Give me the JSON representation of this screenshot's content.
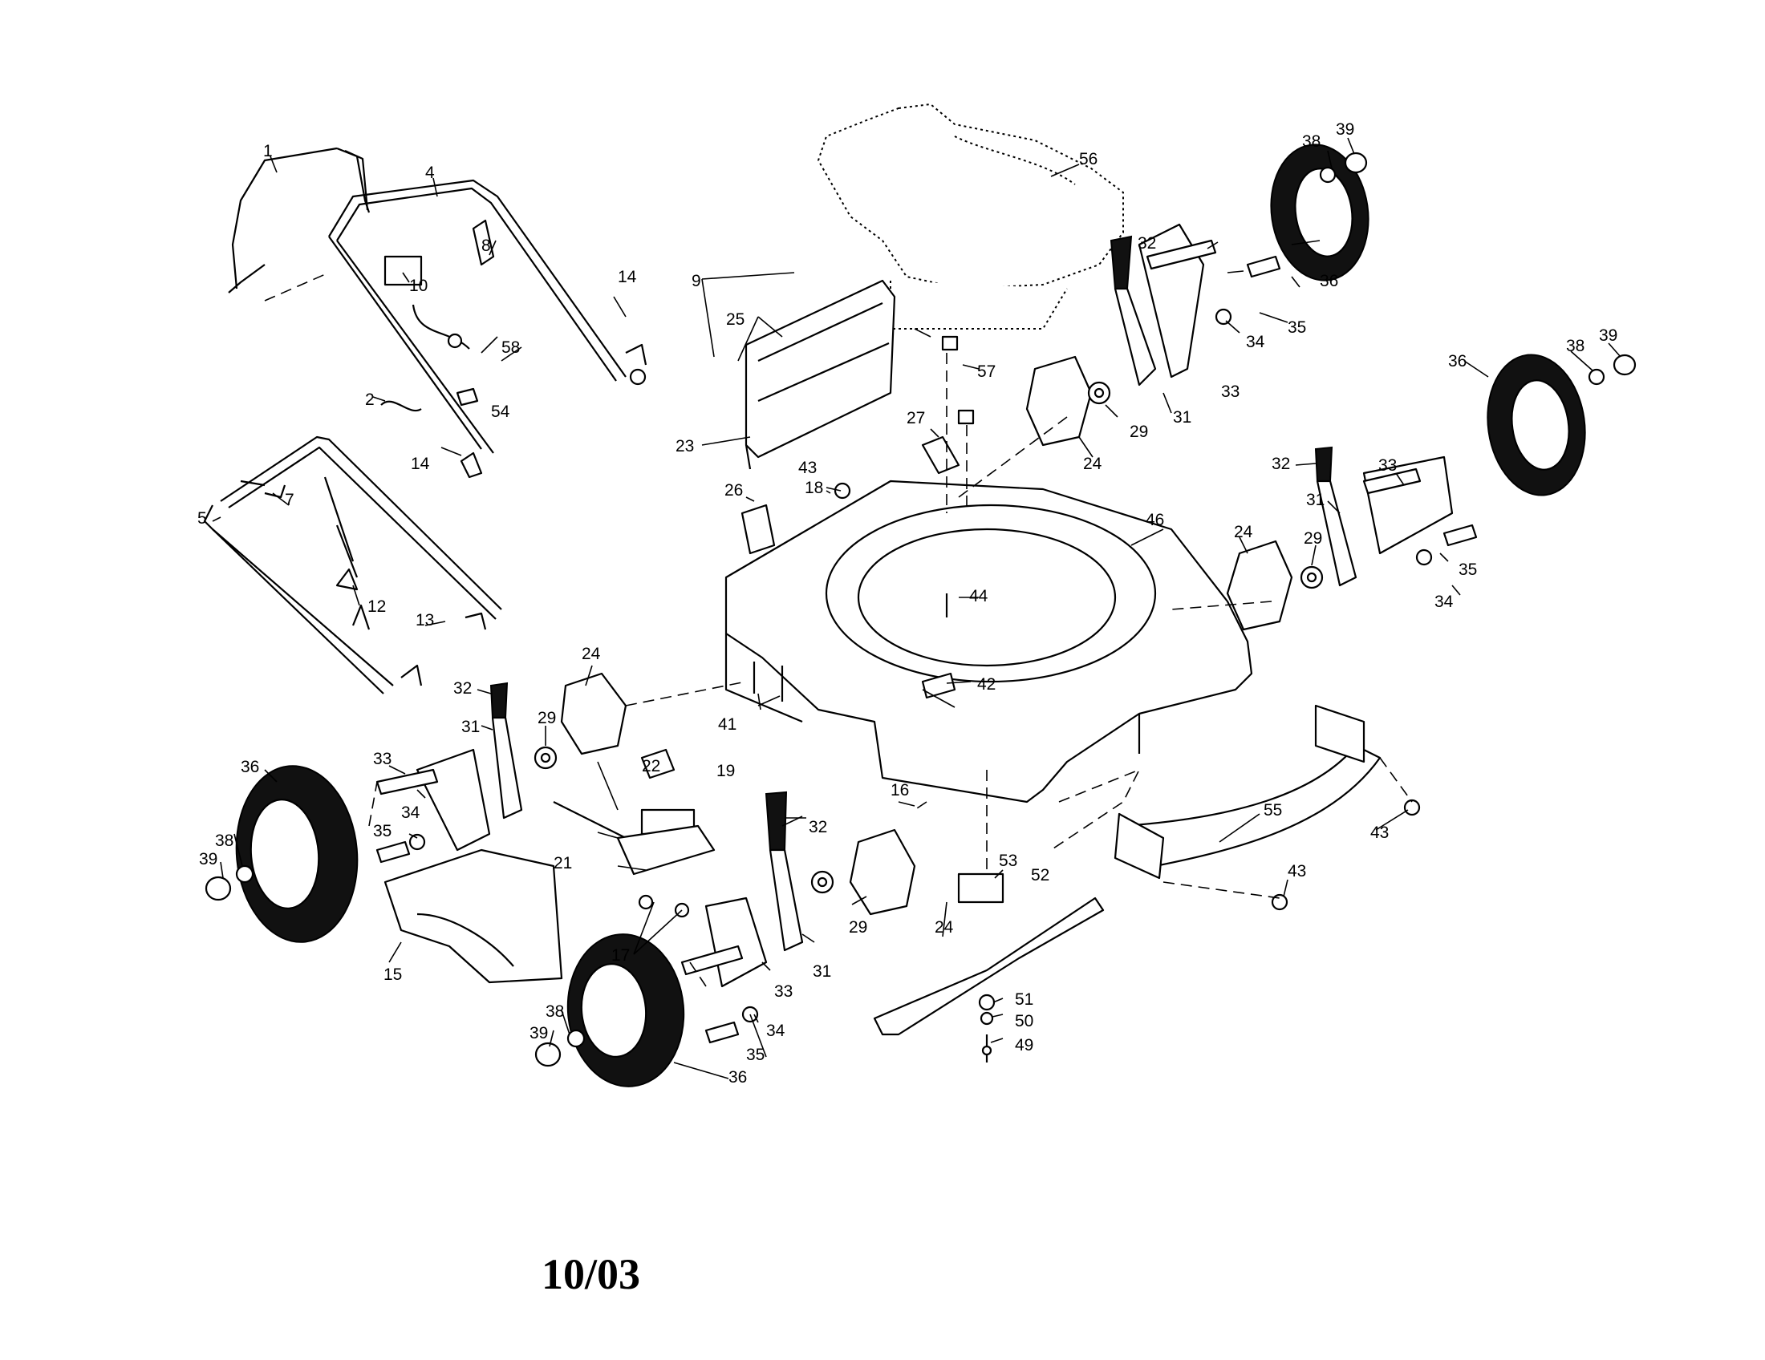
{
  "date_code": "10/03",
  "callouts": {
    "c1": "1",
    "c2": "2",
    "c4": "4",
    "c5": "5",
    "c7": "7",
    "c8": "8",
    "c9": "9",
    "c10": "10",
    "c12": "12",
    "c13": "13",
    "c14a": "14",
    "c14b": "14",
    "c15": "15",
    "c16": "16",
    "c17": "17",
    "c18": "18",
    "c19": "19",
    "c21": "21",
    "c22": "22",
    "c23": "23",
    "c24a": "24",
    "c24b": "24",
    "c24c": "24",
    "c24d": "24",
    "c25": "25",
    "c26": "26",
    "c27": "27",
    "c29a": "29",
    "c29b": "29",
    "c29c": "29",
    "c29d": "29",
    "c31a": "31",
    "c31b": "31",
    "c31c": "31",
    "c31d": "31",
    "c32a": "32",
    "c32b": "32",
    "c32c": "32",
    "c32d": "32",
    "c33a": "33",
    "c33b": "33",
    "c33c": "33",
    "c33d": "33",
    "c34a": "34",
    "c34b": "34",
    "c34c": "34",
    "c34d": "34",
    "c35a": "35",
    "c35b": "35",
    "c35c": "35",
    "c35d": "35",
    "c36a": "36",
    "c36b": "36",
    "c36c": "36",
    "c36d": "36",
    "c38a": "38",
    "c38b": "38",
    "c38c": "38",
    "c38d": "38",
    "c39a": "39",
    "c39b": "39",
    "c39c": "39",
    "c39d": "39",
    "c41": "41",
    "c42": "42",
    "c43a": "43",
    "c43b": "43",
    "c43c": "43",
    "c44": "44",
    "c46": "46",
    "c49": "49",
    "c50": "50",
    "c51": "51",
    "c52": "52",
    "c53": "53",
    "c54": "54",
    "c55": "55",
    "c56": "56",
    "c57": "57",
    "c58": "58"
  }
}
